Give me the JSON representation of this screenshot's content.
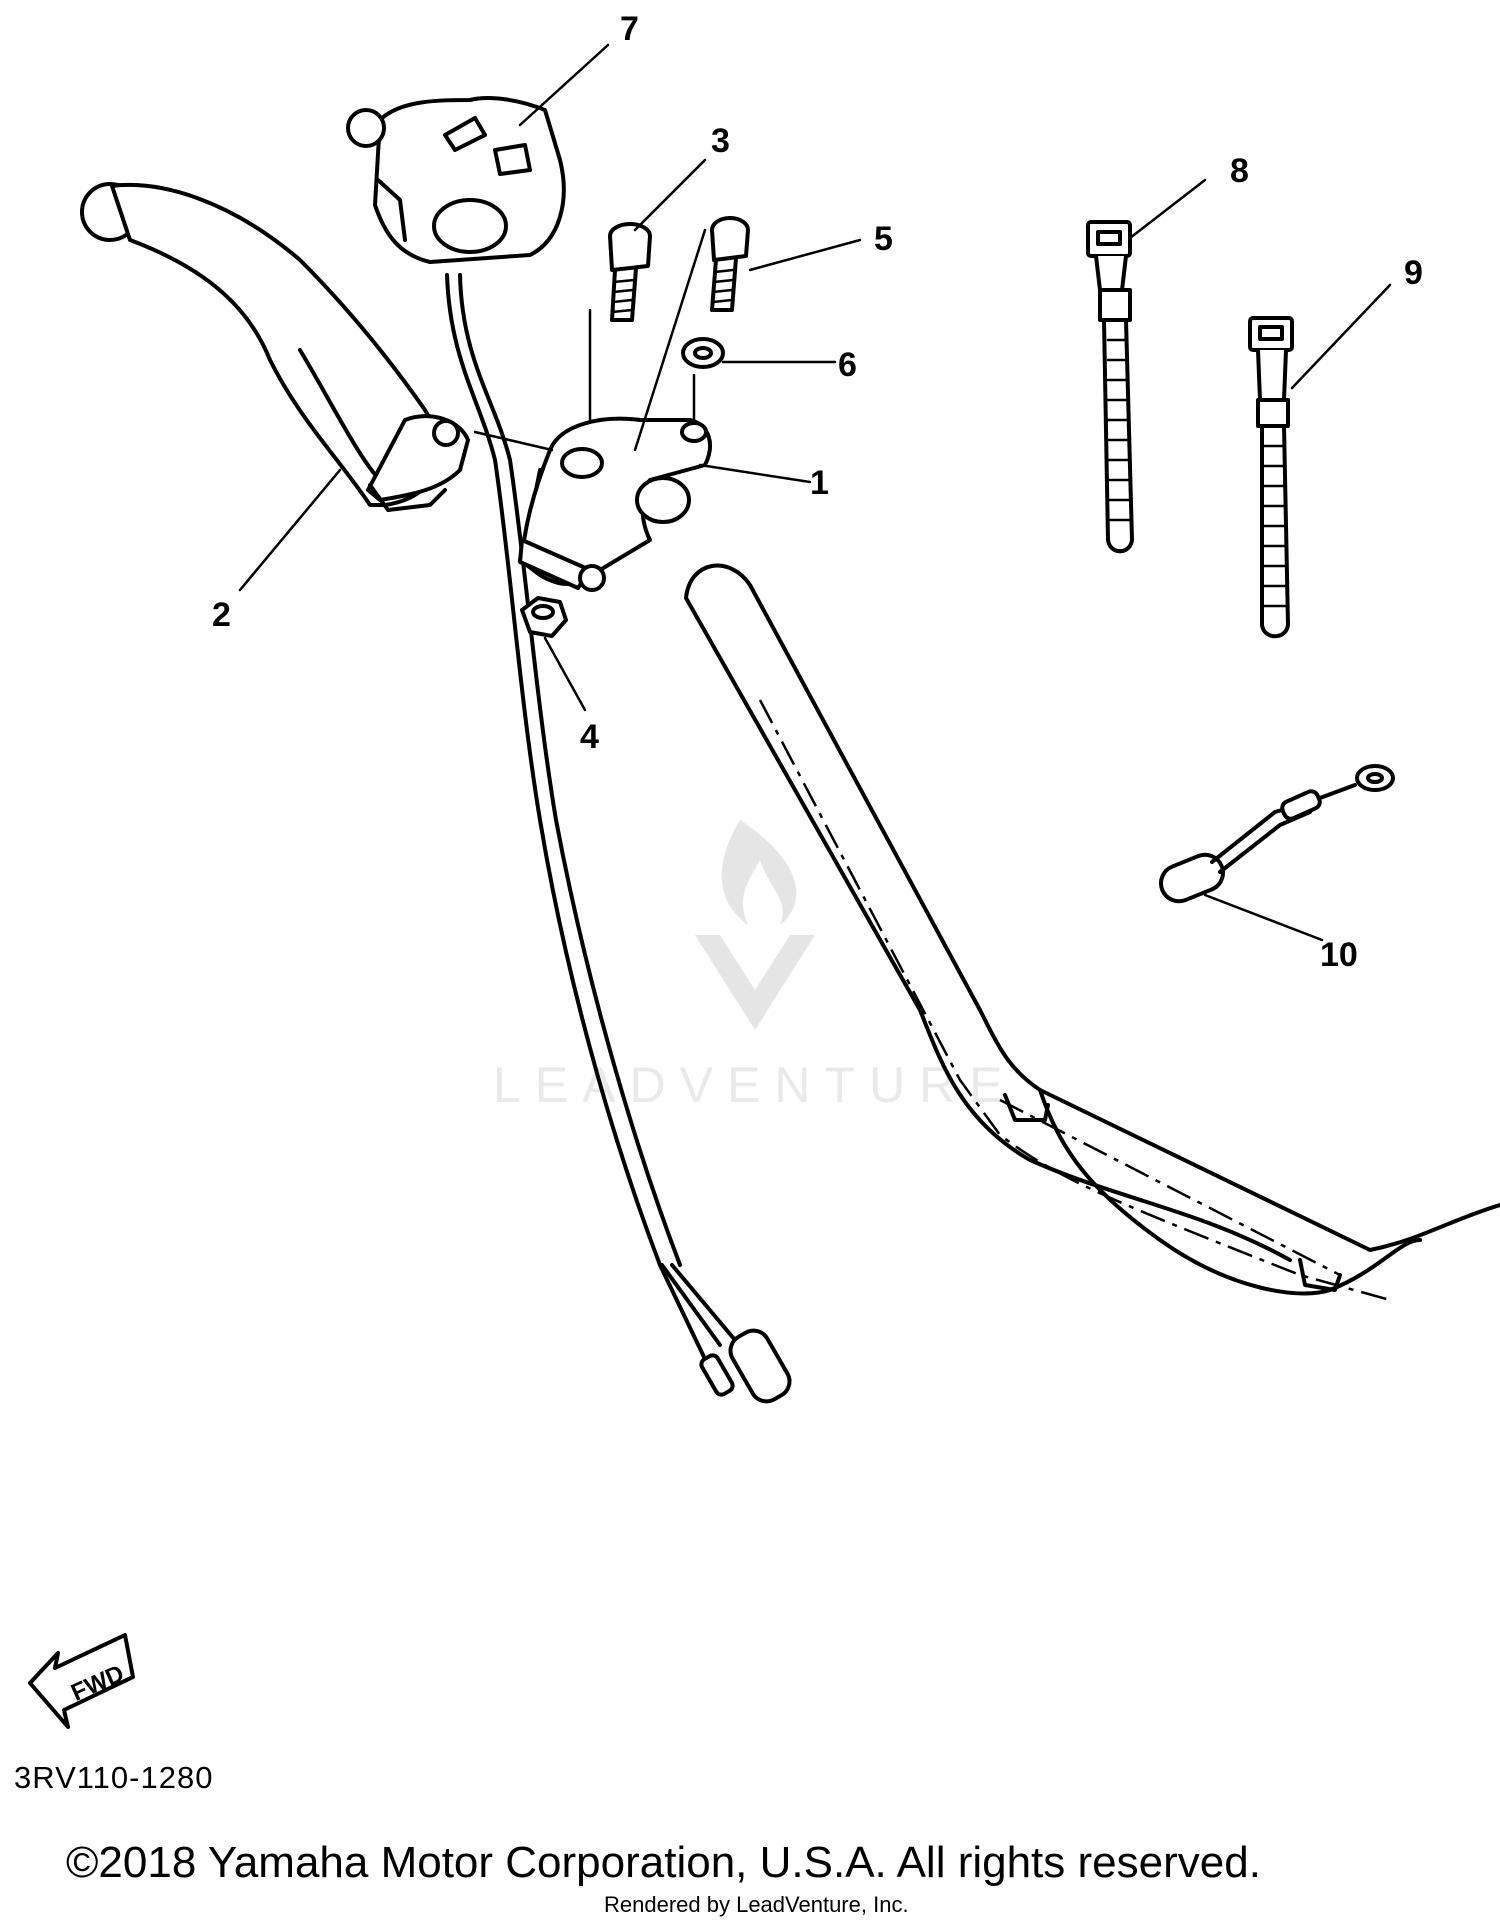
{
  "callouts": [
    {
      "id": "1",
      "label": "1"
    },
    {
      "id": "2",
      "label": "2"
    },
    {
      "id": "3",
      "label": "3"
    },
    {
      "id": "4",
      "label": "4"
    },
    {
      "id": "5",
      "label": "5"
    },
    {
      "id": "6",
      "label": "6"
    },
    {
      "id": "7",
      "label": "7"
    },
    {
      "id": "8",
      "label": "8"
    },
    {
      "id": "9",
      "label": "9"
    },
    {
      "id": "10",
      "label": "10"
    }
  ],
  "direction_arrow": {
    "label": "FWD"
  },
  "drawing_code": "3RV110-1280",
  "copyright": "©2018 Yamaha Motor Corporation, U.S.A. All rights reserved.",
  "rendered_by": "Rendered by LeadVenture, Inc.",
  "watermark": {
    "text": "LEADVENTURE",
    "icon": "leadventure-flame-logo-icon"
  }
}
